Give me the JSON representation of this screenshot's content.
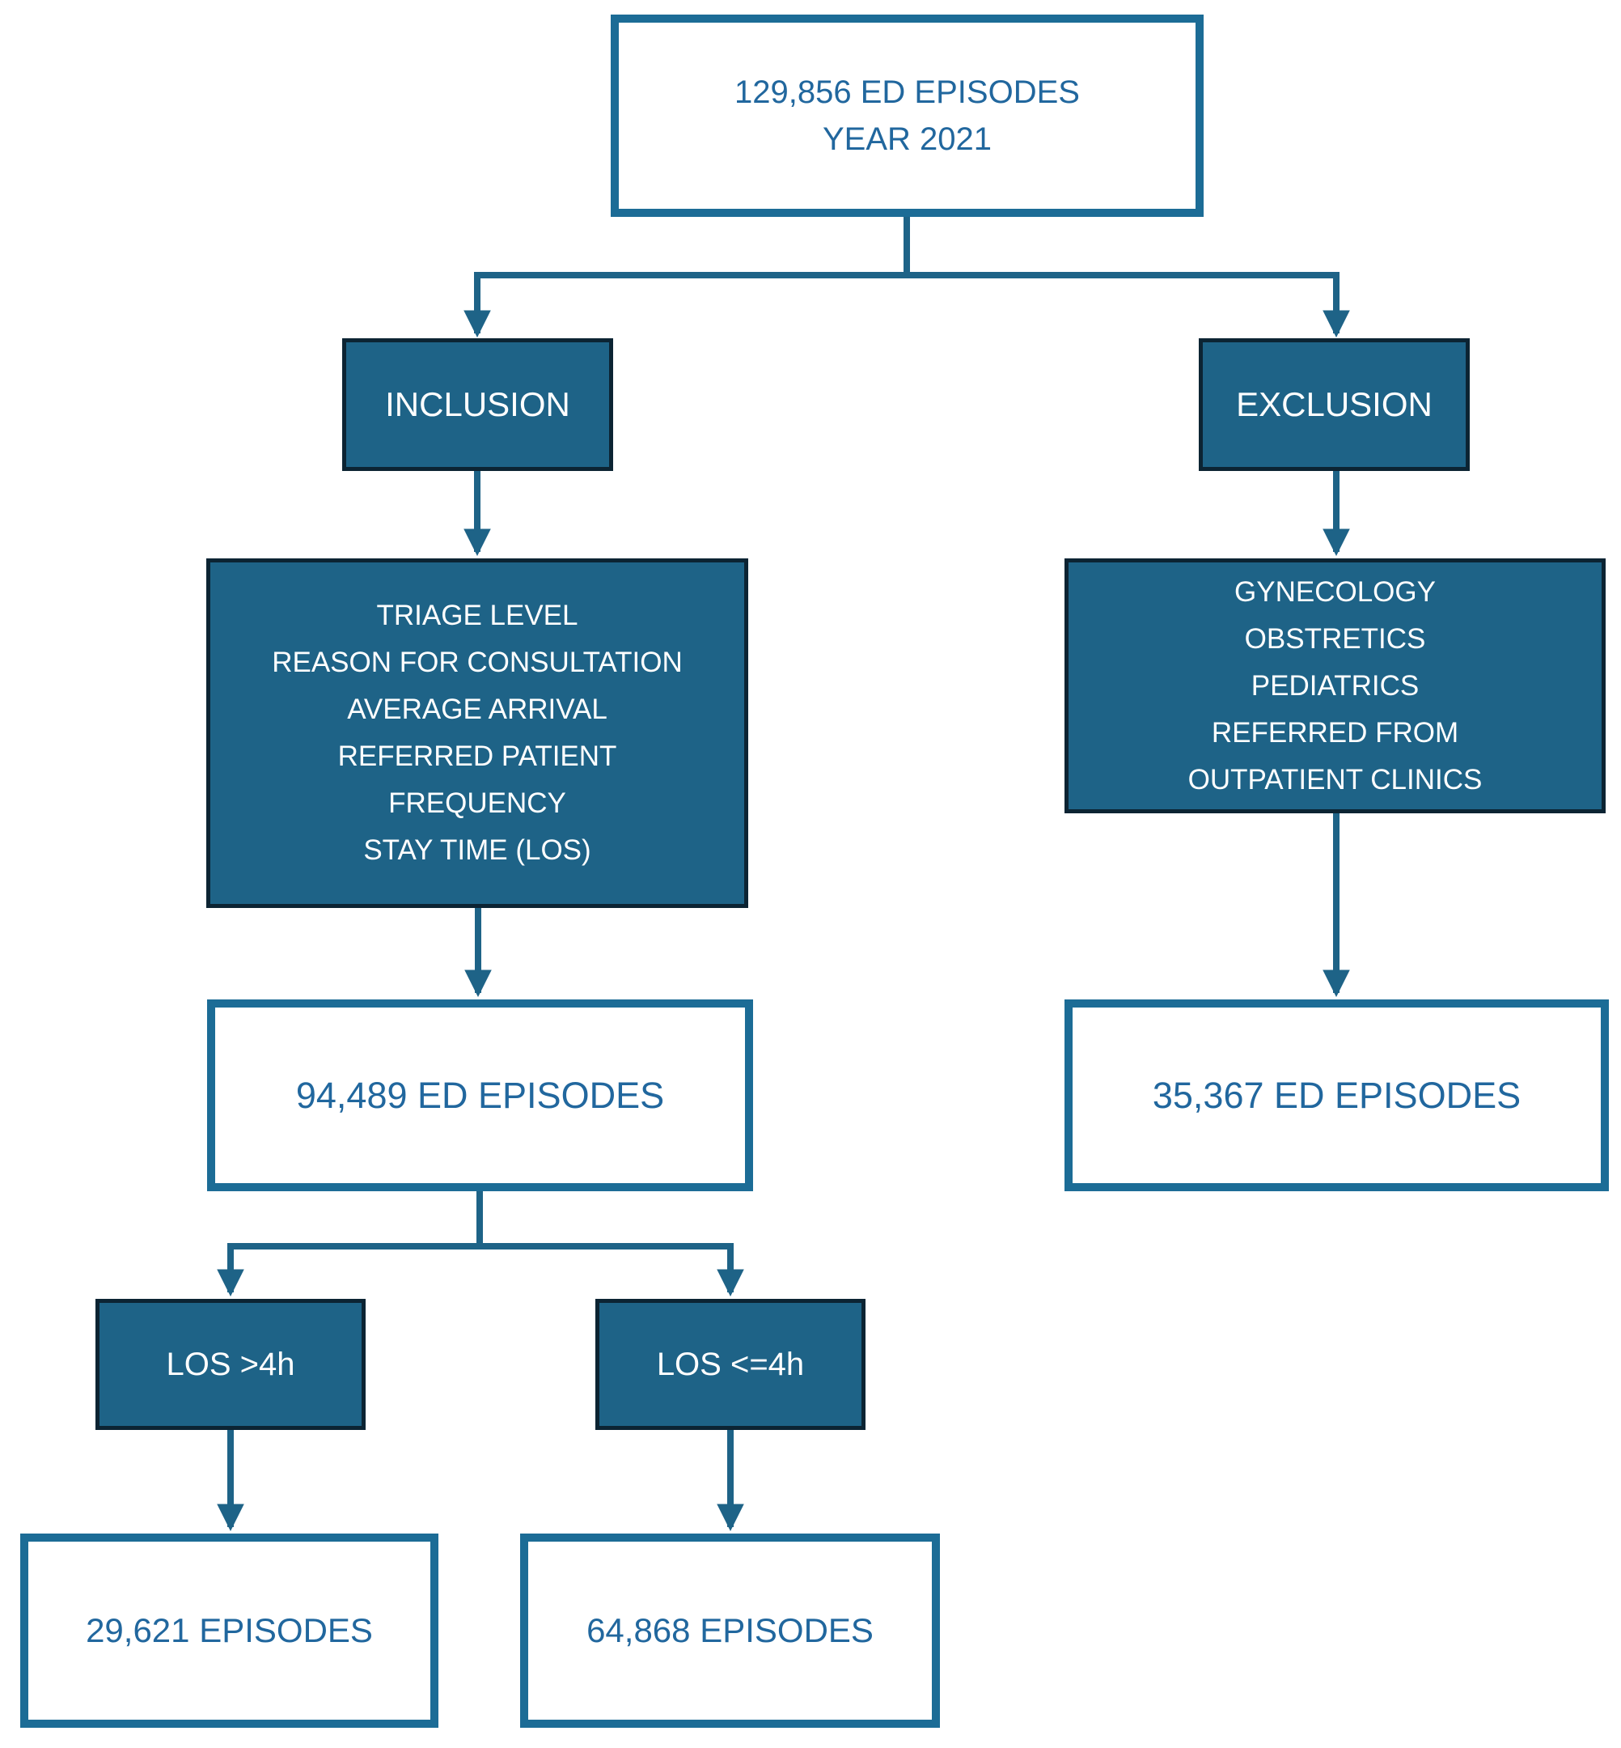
{
  "diagram": {
    "type": "flowchart",
    "colors": {
      "fill_teal": "#1E6387",
      "box_border_dark": "#0C2433",
      "white_box_border": "#1C6C96",
      "text_blue": "#21679E",
      "connector": "#1E6387",
      "background": "#FFFFFF"
    },
    "nodes": {
      "total": {
        "lines": [
          "129,856 ED EPISODES",
          "YEAR 2021"
        ]
      },
      "inclusion": {
        "label": "INCLUSION"
      },
      "exclusion": {
        "label": "EXCLUSION"
      },
      "inclusion_criteria": {
        "lines": [
          "TRIAGE LEVEL",
          "REASON FOR CONSULTATION",
          "AVERAGE ARRIVAL",
          "REFERRED PATIENT",
          "FREQUENCY",
          "STAY TIME (LOS)"
        ]
      },
      "exclusion_criteria": {
        "lines": [
          "GYNECOLOGY",
          "OBSTRETICS",
          "PEDIATRICS",
          "REFERRED FROM",
          "OUTPATIENT CLINICS"
        ]
      },
      "included_count": {
        "label": "94,489 ED EPISODES"
      },
      "excluded_count": {
        "label": "35,367 ED EPISODES"
      },
      "los_gt_4h": {
        "label": "LOS >4h"
      },
      "los_le_4h": {
        "label": "LOS <=4h"
      },
      "los_gt_4h_count": {
        "label": "29,621 EPISODES"
      },
      "los_le_4h_count": {
        "label": "64,868 EPISODES"
      }
    },
    "edges": [
      {
        "from": "total",
        "to": "inclusion"
      },
      {
        "from": "total",
        "to": "exclusion"
      },
      {
        "from": "inclusion",
        "to": "inclusion_criteria"
      },
      {
        "from": "exclusion",
        "to": "exclusion_criteria"
      },
      {
        "from": "inclusion_criteria",
        "to": "included_count"
      },
      {
        "from": "exclusion_criteria",
        "to": "excluded_count"
      },
      {
        "from": "included_count",
        "to": "los_gt_4h"
      },
      {
        "from": "included_count",
        "to": "los_le_4h"
      },
      {
        "from": "los_gt_4h",
        "to": "los_gt_4h_count"
      },
      {
        "from": "los_le_4h",
        "to": "los_le_4h_count"
      }
    ]
  }
}
